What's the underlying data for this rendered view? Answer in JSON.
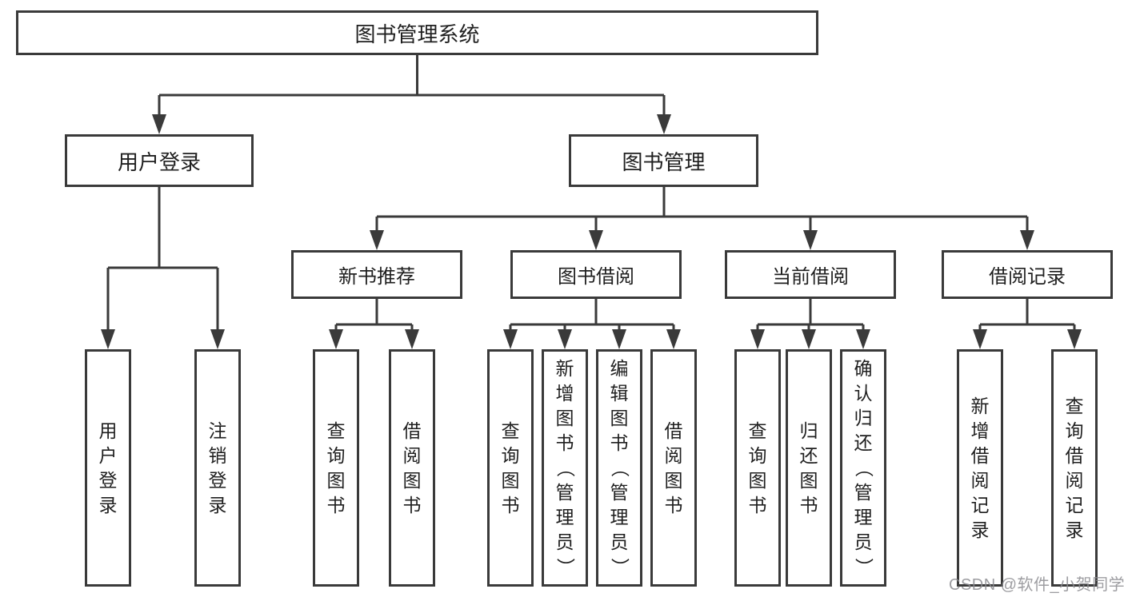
{
  "diagram": {
    "title_node": {
      "label": "图书管理系统"
    },
    "level2": [
      {
        "label": "用户登录"
      },
      {
        "label": "图书管理"
      }
    ],
    "level3": [
      {
        "label": "新书推荐"
      },
      {
        "label": "图书借阅"
      },
      {
        "label": "当前借阅"
      },
      {
        "label": "借阅记录"
      }
    ],
    "leaves": {
      "user_login": [
        {
          "label": "用户登录"
        },
        {
          "label": "注销登录"
        }
      ],
      "new_book_recommend": [
        {
          "label": "查询图书"
        },
        {
          "label": "借阅图书"
        }
      ],
      "book_borrow": [
        {
          "label": "查询图书"
        },
        {
          "label": "新增图书（管理员）"
        },
        {
          "label": "编辑图书（管理员）"
        },
        {
          "label": "借阅图书"
        }
      ],
      "current_borrow": [
        {
          "label": "查询图书"
        },
        {
          "label": "归还图书"
        },
        {
          "label": "确认归还（管理员）"
        }
      ],
      "borrow_records": [
        {
          "label": "新增借阅记录"
        },
        {
          "label": "查询借阅记录"
        }
      ]
    }
  },
  "watermark": {
    "text": "CSDN @软件_小贺同学"
  },
  "colors": {
    "line": "#3a3a3a",
    "text": "#1f1f1f",
    "background": "#ffffff",
    "watermark": "#8c8c90"
  }
}
